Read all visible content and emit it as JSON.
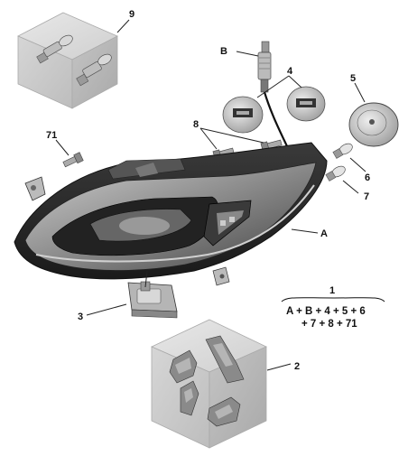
{
  "callouts": {
    "c9": "9",
    "cB": "B",
    "c4": "4",
    "c5": "5",
    "c8": "8",
    "c71": "71",
    "c6": "6",
    "c7": "7",
    "cA": "A",
    "c1": "1",
    "c3": "3",
    "c2": "2"
  },
  "kit": {
    "line1": "A + B + 4 + 5 + 6",
    "line2": "+ 7 + 8 + 71"
  }
}
